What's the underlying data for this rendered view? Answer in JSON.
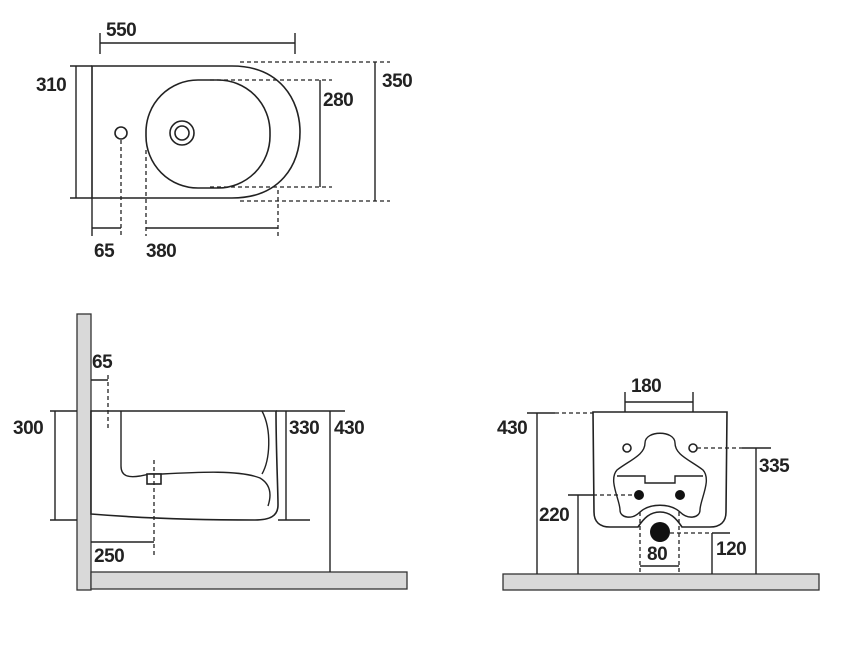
{
  "top_view": {
    "overall_length": "550",
    "body_width": "310",
    "overall_width": "350",
    "bowl_width": "280",
    "hole_offset": "65",
    "bowl_length": "380"
  },
  "side_view": {
    "wall_offset": "65",
    "rim_height": "300",
    "depth": "330",
    "total_height": "430",
    "outlet_offset": "250"
  },
  "front_view": {
    "fixing_spacing": "180",
    "total_height": "430",
    "fixing_height": "335",
    "supply_height": "220",
    "outlet_width": "80",
    "outlet_height": "120"
  }
}
